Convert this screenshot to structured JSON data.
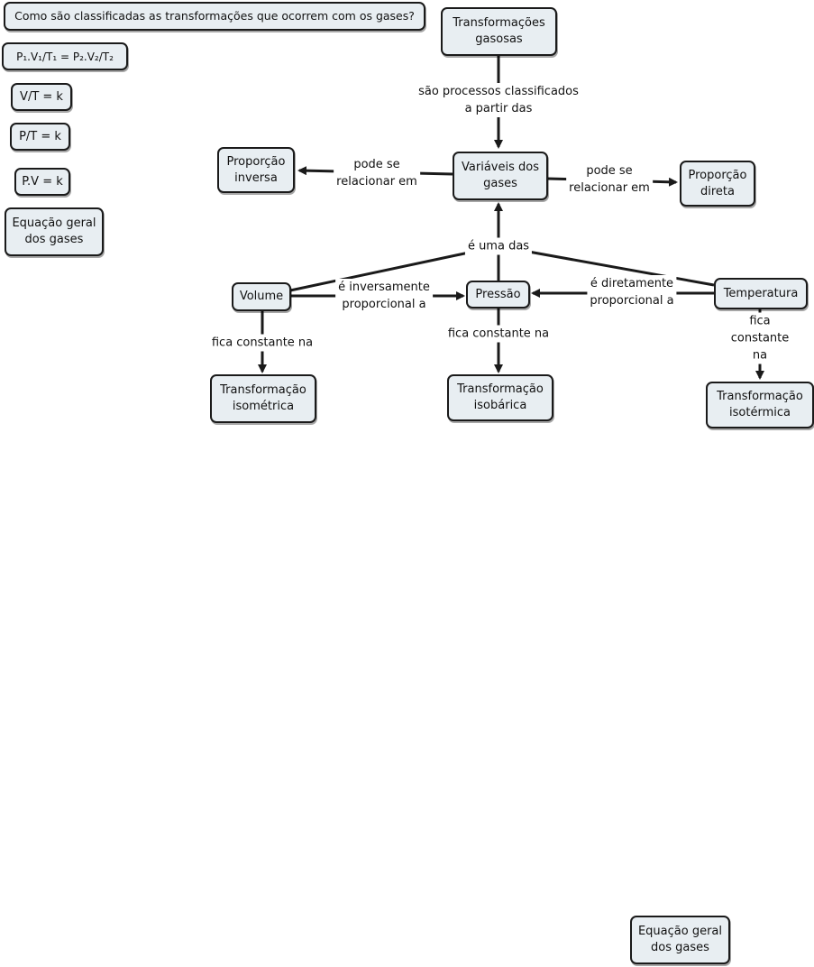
{
  "sidebar": {
    "question": "Como são classificadas as transformações que ocorrem com os gases?",
    "formula_general": "P₁.V₁/T₁ = P₂.V₂/T₂",
    "formula_isobaric": "V/T = k",
    "formula_isometric": "P/T = k",
    "formula_isothermal": "P.V = k",
    "general_equation": "Equação geral\ndos gases"
  },
  "nodes": {
    "transformacoes_gasosas": "Transformações\ngasosas",
    "variaveis_dos_gases": "Variáveis dos\ngases",
    "proporcao_inversa": "Proporção\ninversa",
    "proporcao_direta": "Proporção\ndireta",
    "volume": "Volume",
    "pressao": "Pressão",
    "temperatura": "Temperatura",
    "transformacao_isometrica": "Transformação\nisométrica",
    "transformacao_isobarica": "Transformação\nisobárica",
    "transformacao_isotermica": "Transformação\nisotérmica",
    "equacao_geral_bottom": "Equação geral\ndos gases"
  },
  "links": {
    "sao_processos": "são processos classificados\na partir das",
    "pode_se_left": "pode se\nrelacionar em",
    "pode_se_right": "pode se\nrelacionar em",
    "e_uma_das": "é uma das",
    "inversamente": "é inversamente\nproporcional a",
    "diretamente": "é diretamente\nproporcional a",
    "fica_volume": "fica constante na",
    "fica_pressao": "fica constante na",
    "fica_temperatura": "fica constante na"
  },
  "colors": {
    "node_fill": "#e8eef2",
    "stroke": "#1a1a1a"
  }
}
